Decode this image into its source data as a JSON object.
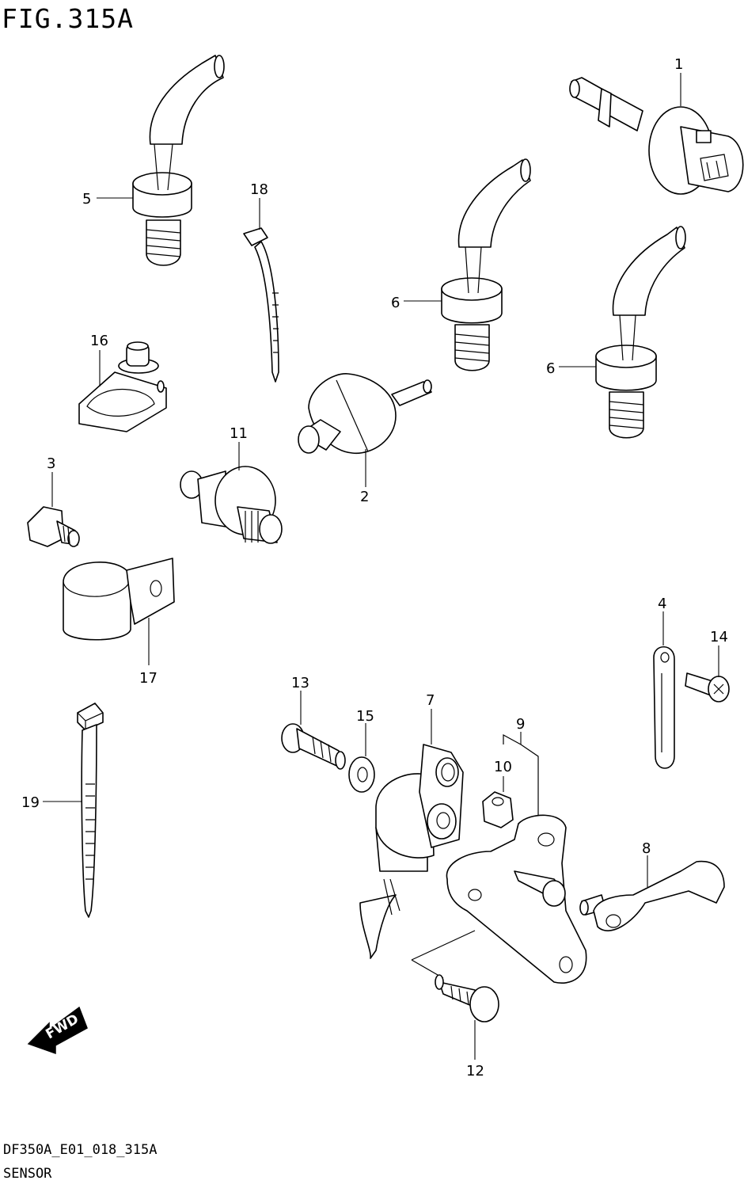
{
  "figure_title": "FIG.315A",
  "footer": {
    "diagram_code": "DF350A_E01_018_315A",
    "section_name": "SENSOR"
  },
  "fwd_label": "FWD",
  "callouts": {
    "c1": "1",
    "c2": "2",
    "c3": "3",
    "c4": "4",
    "c5": "5",
    "c6a": "6",
    "c6b": "6",
    "c7": "7",
    "c8": "8",
    "c9": "9",
    "c10": "10",
    "c11": "11",
    "c12": "12",
    "c13": "13",
    "c14": "14",
    "c15": "15",
    "c16": "16",
    "c17": "17",
    "c18": "18",
    "c19": "19"
  }
}
